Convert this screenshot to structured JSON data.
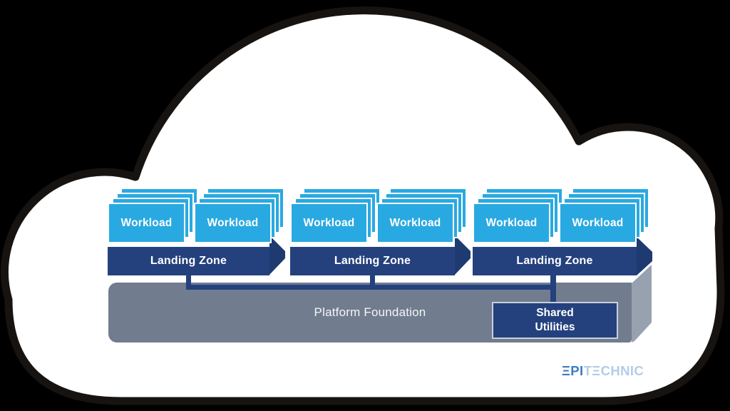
{
  "zones": [
    {
      "label": "Landing Zone",
      "workloads": [
        "Workload",
        "Workload"
      ]
    },
    {
      "label": "Landing Zone",
      "workloads": [
        "Workload",
        "Workload"
      ]
    },
    {
      "label": "Landing Zone",
      "workloads": [
        "Workload",
        "Workload"
      ]
    }
  ],
  "platform": {
    "label": "Platform Foundation"
  },
  "shared_utilities": {
    "line1": "Shared",
    "line2": "Utilities"
  },
  "logo": {
    "primary": "ΞPI",
    "secondary": "TΞCHNIC"
  },
  "colors": {
    "background": "#000000",
    "cloud_fill": "#FFFFFF",
    "cloud_outline": "#171310",
    "workload_blue": "#29A9E1",
    "navy": "#24417E",
    "navy_shadow": "#1E3A71",
    "platform_gray": "#717D8E",
    "platform_side_silver": "#97A1AF",
    "shared_box_border": "#C8CFDA",
    "logo_primary_blue": "#3C7CC3",
    "logo_secondary_blue": "#B3CCE9"
  }
}
